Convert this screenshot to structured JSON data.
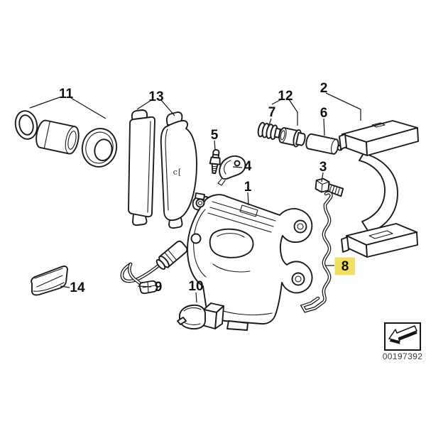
{
  "diagram": {
    "type": "exploded-parts-diagram",
    "subject": "front brake caliper assembly",
    "background": "#ffffff",
    "line_color": "#1b1b1b",
    "highlight_color": "#f0df60",
    "highlighted_part": "8",
    "part_labels": {
      "p1": "1",
      "p2": "2",
      "p3": "3",
      "p4": "4",
      "p5": "5",
      "p6": "6",
      "p7": "7",
      "p8": "8",
      "p9": "9",
      "p10": "10",
      "p11": "11",
      "p12": "12",
      "p13": "13",
      "p14": "14"
    },
    "pad_stamp_mark": "c[",
    "stamp": {
      "number": "00197392",
      "icon": "direction-arrow"
    }
  }
}
